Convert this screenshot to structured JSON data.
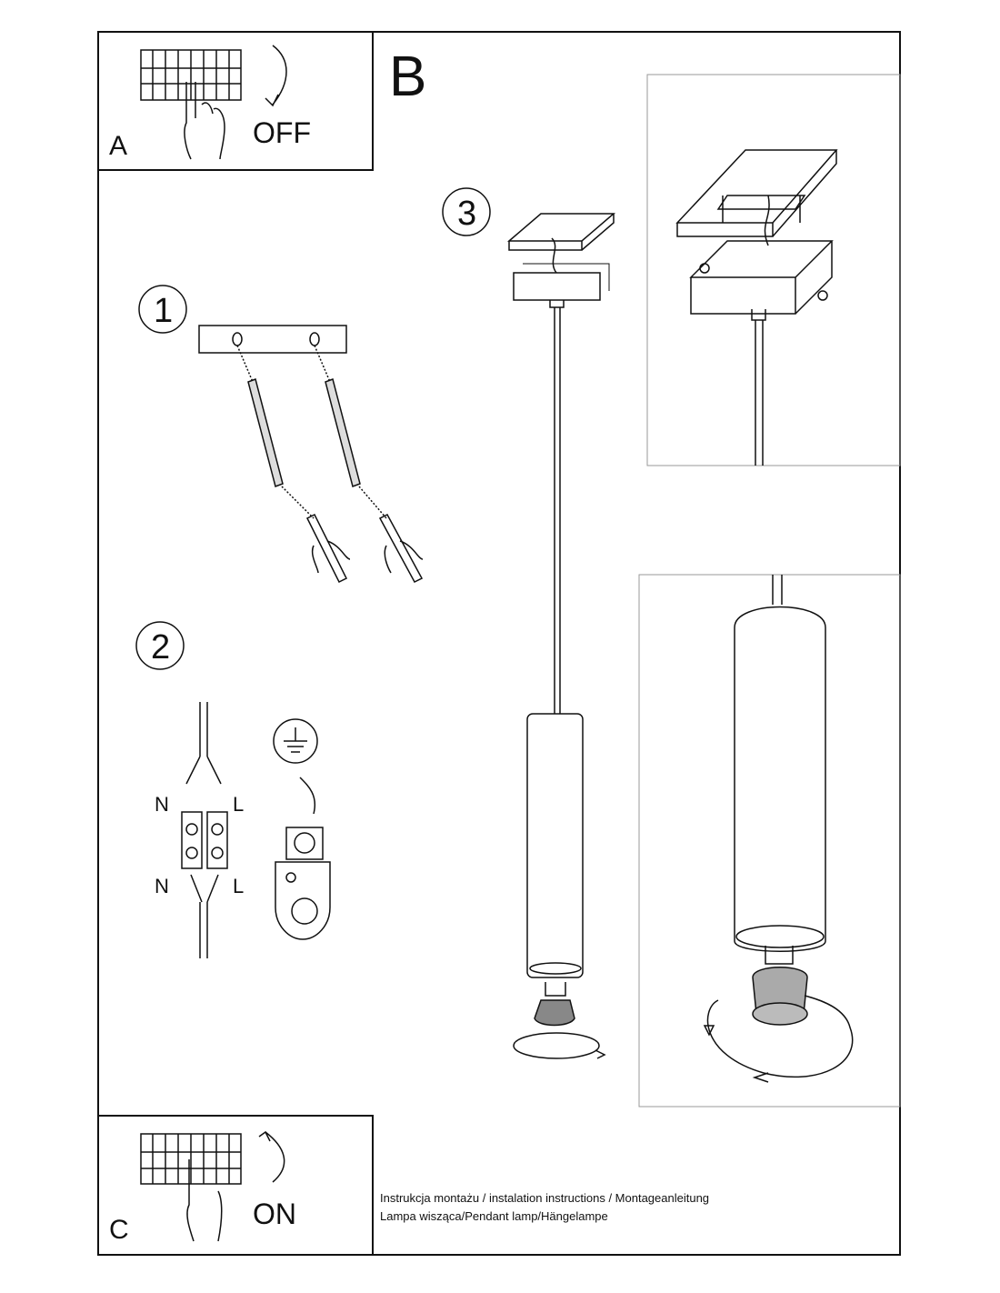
{
  "panels": {
    "a": {
      "letter": "A",
      "action": "OFF"
    },
    "b": {
      "letter": "B"
    },
    "c": {
      "letter": "C",
      "action": "ON"
    }
  },
  "steps": [
    {
      "number": "1"
    },
    {
      "number": "2"
    },
    {
      "number": "3"
    }
  ],
  "wiring": {
    "top_left": "N",
    "top_right": "L",
    "bottom_left": "N",
    "bottom_right": "L"
  },
  "footer": {
    "line1": "Instrukcja montażu / instalation instructions / Montageanleitung",
    "line2": "Lampa wisząca/Pendant lamp/Hängelampe"
  }
}
